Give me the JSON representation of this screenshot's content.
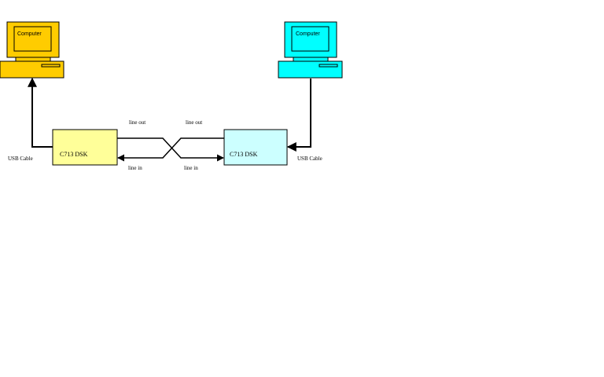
{
  "computers": {
    "left": {
      "label": "Computer",
      "color": "#FFCC00"
    },
    "right": {
      "label": "Computer",
      "color": "#00FFFF"
    }
  },
  "boards": {
    "left": {
      "label": "C713 DSK",
      "color": "#FFFF99"
    },
    "right": {
      "label": "C713 DSK",
      "color": "#CCFFFF"
    }
  },
  "cables": {
    "left_usb": "USB Cable",
    "right_usb": "USB Cable",
    "left_line_out": "line out",
    "left_line_in": "line in",
    "right_line_out": "line out",
    "right_line_in": "line in"
  }
}
